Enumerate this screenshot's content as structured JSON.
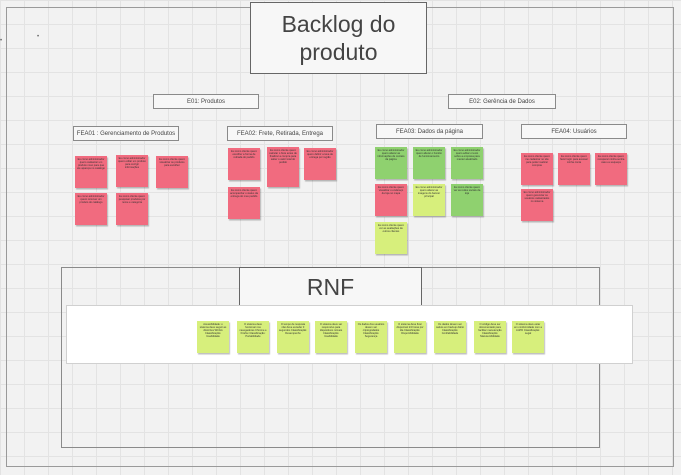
{
  "board": {
    "title": "Backlog do produto",
    "rnf_title": "RNF"
  },
  "epics": [
    {
      "id": "epic-products",
      "label": "E01: Produtos"
    },
    {
      "id": "epic-data",
      "label": "E02: Gerência de Dados"
    }
  ],
  "features": [
    {
      "id": "fea01",
      "label": "FEA01 : Gerenciamento de Produtos"
    },
    {
      "id": "fea02",
      "label": "FEA02: Frete, Retirada, Entrega"
    },
    {
      "id": "fea03",
      "label": "FEA03: Dados da página"
    },
    {
      "id": "fea04",
      "label": "FEA04: Usuários"
    }
  ],
  "stickies": {
    "fea01": [
      {
        "color": "#f16b7f",
        "text": "Eu como administrador quero cadastrar um produto novo para que ele apareça no catálogo"
      },
      {
        "color": "#f16b7f",
        "text": "Eu como administrador quero editar um produto para corrigir informações"
      },
      {
        "color": "#f16b7f",
        "text": "Eu como cliente quero visualizar os produtos para escolher"
      },
      {
        "color": "#f16b7f",
        "text": "Eu como administrador quero remover um produto do catálogo"
      },
      {
        "color": "#f16b7f",
        "text": "Eu como cliente quero pesquisar produtos por nome e categoria"
      }
    ],
    "fea02": [
      {
        "color": "#f16b7f",
        "text": "Eu como cliente quero escolher a forma de retirada do pedido"
      },
      {
        "color": "#f16b7f",
        "text": "Eu como cliente quero calcular o frete antes de finalizar a compra para saber o valor total do pedido"
      },
      {
        "color": "#f16b7f",
        "text": "Eu como administrador quero definir a taxa de entrega por região"
      },
      {
        "color": "#f16b7f",
        "text": "Eu como cliente quero acompanhar o status da entrega do meu pedido"
      }
    ],
    "fea03": [
      {
        "color": "#8fd16f",
        "text": "Eu como administrador quero alterar as informações de contato da página"
      },
      {
        "color": "#8fd16f",
        "text": "Eu como administrador quero alterar o horário de funcionamento"
      },
      {
        "color": "#8fd16f",
        "text": "Eu como administrador quero editar o texto sobre a empresa para manter atualizado"
      },
      {
        "color": "#f16b7f",
        "text": "Eu como cliente quero visualizar o endereço da loja no mapa"
      },
      {
        "color": "#d7ef7c",
        "text": "Eu como administrador quero alterar as imagens do banner principal"
      },
      {
        "color": "#8fd16f",
        "text": "Eu como cliente quero ver as redes sociais da loja"
      },
      {
        "color": "#d7ef7c",
        "text": "Eu como cliente quero ver as avaliações de outros clientes"
      }
    ],
    "fea04": [
      {
        "color": "#f16b7f",
        "text": "Eu como cliente quero me cadastrar no site para poder realizar compras"
      },
      {
        "color": "#f16b7f",
        "text": "Eu como cliente quero fazer login para acessar minha conta"
      },
      {
        "color": "#f16b7f",
        "text": "Eu como cliente quero recuperar minha senha caso eu esqueça"
      },
      {
        "color": "#f16b7f",
        "text": "Eu como administrador quero gerenciar os usuários cadastrados no sistema"
      }
    ]
  },
  "rnf": [
    {
      "text": "Acessibilidade: o sistema deve seguir as diretrizes WCAG Classificação: Usabilidade"
    },
    {
      "text": "O sistema deve funcionar nos navegadores Chrome e Firefox Classificação: Portabilidade"
    },
    {
      "text": "O tempo de resposta não deve exceder 3 segundos Classificação: Desempenho"
    },
    {
      "text": "O sistema deve ser responsivo para dispositivos móveis Classificação: Usabilidade"
    },
    {
      "text": "Os dados dos usuários devem ser criptografados Classificação: Segurança"
    },
    {
      "text": "O sistema deve ficar disponível 24 horas por dia Classificação: Disponibilidade"
    },
    {
      "text": "Os dados devem ser salvos em backup diário Classificação: Confiabilidade"
    },
    {
      "text": "O código deve ser documentado para facilitar manutenção Classificação: Manutenibilidade"
    },
    {
      "text": "O sistema deve estar em conformidade com a LGPD Classificação: Legal"
    }
  ],
  "colors": {
    "pink": "#f16b7f",
    "green": "#8fd16f",
    "lime": "#d7ef7c"
  }
}
